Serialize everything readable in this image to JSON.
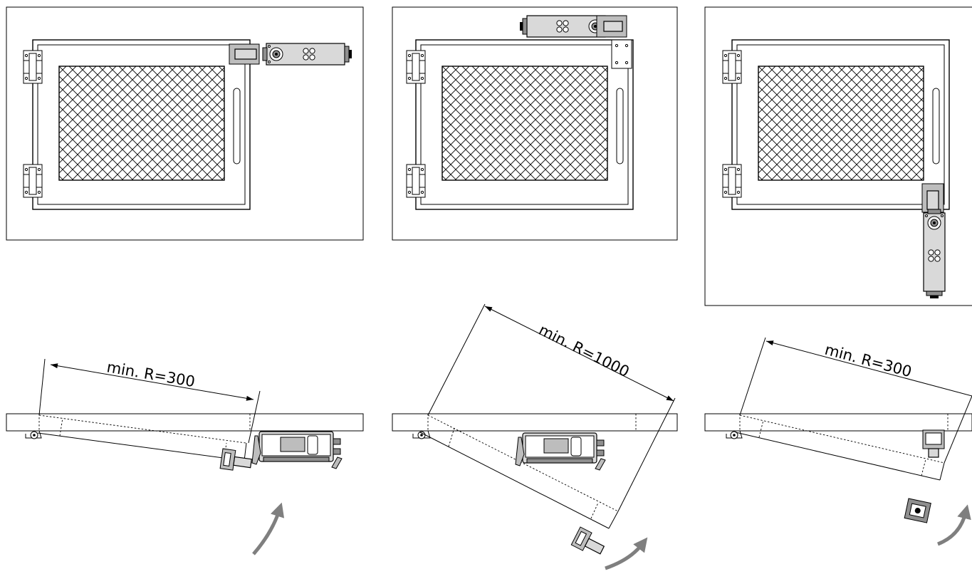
{
  "labels": {
    "radius_left": "min. R=300",
    "radius_center": "min. R=1000",
    "radius_right": "min. R=300"
  },
  "colors": {
    "line": "#000000",
    "device_body": "#d9d9d9",
    "device_dark": "#8f8f8f",
    "arrow": "#7f7f7f",
    "background": "#ffffff"
  },
  "icons": [
    "hinge-icon",
    "safety-switch-icon",
    "actuator-icon",
    "rotation-arrow-icon",
    "mesh-panel-icon"
  ]
}
